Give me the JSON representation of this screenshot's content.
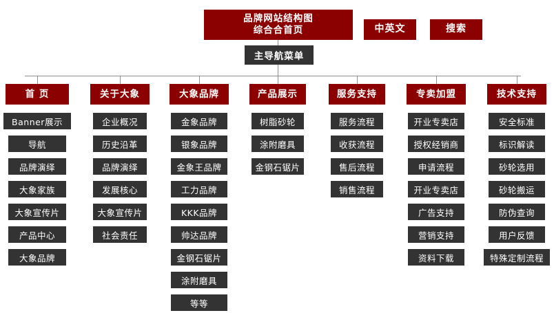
{
  "title": {
    "line1": "品牌网站结构图",
    "line2": "综合合首页"
  },
  "top_buttons": {
    "language": "中英文",
    "search": "搜索"
  },
  "main_nav": {
    "label": "主导航菜单"
  },
  "colors": {
    "brand_red": "#8B0000",
    "node_dark": "#333333",
    "connector": "#8d8d8d",
    "background": "#ffffff"
  },
  "columns": [
    {
      "header": "首 页",
      "items": [
        "Banner展示",
        "导航",
        "品牌演绎",
        "大象家族",
        "大象宣传片",
        "产品中心",
        "大象品牌"
      ]
    },
    {
      "header": "关于大象",
      "items": [
        "企业概况",
        "历史沿革",
        "品牌演绎",
        "发展核心",
        "大象宣传片",
        "社会责任"
      ]
    },
    {
      "header": "大象品牌",
      "items": [
        "金象品牌",
        "银象品牌",
        "金象王品牌",
        "工力品牌",
        "KKK品牌",
        "帅达品牌",
        "金钢石锯片",
        "涂附磨具",
        "等等"
      ]
    },
    {
      "header": "产品展示",
      "items": [
        "树脂砂轮",
        "涂附磨具",
        "金钢石锯片"
      ]
    },
    {
      "header": "服务支持",
      "items": [
        "服务流程",
        "收获流程",
        "售后流程",
        "销售流程"
      ]
    },
    {
      "header": "专卖加盟",
      "items": [
        "开业专卖店",
        "授权经销商",
        "申请流程",
        "开业专卖店",
        "广告支持",
        "营销支持",
        "资料下载"
      ]
    },
    {
      "header": "技术支持",
      "items": [
        "安全标准",
        "标识解读",
        "砂轮选用",
        "砂轮搬运",
        "防伪查询",
        "用户反馈",
        "特殊定制流程"
      ]
    }
  ]
}
